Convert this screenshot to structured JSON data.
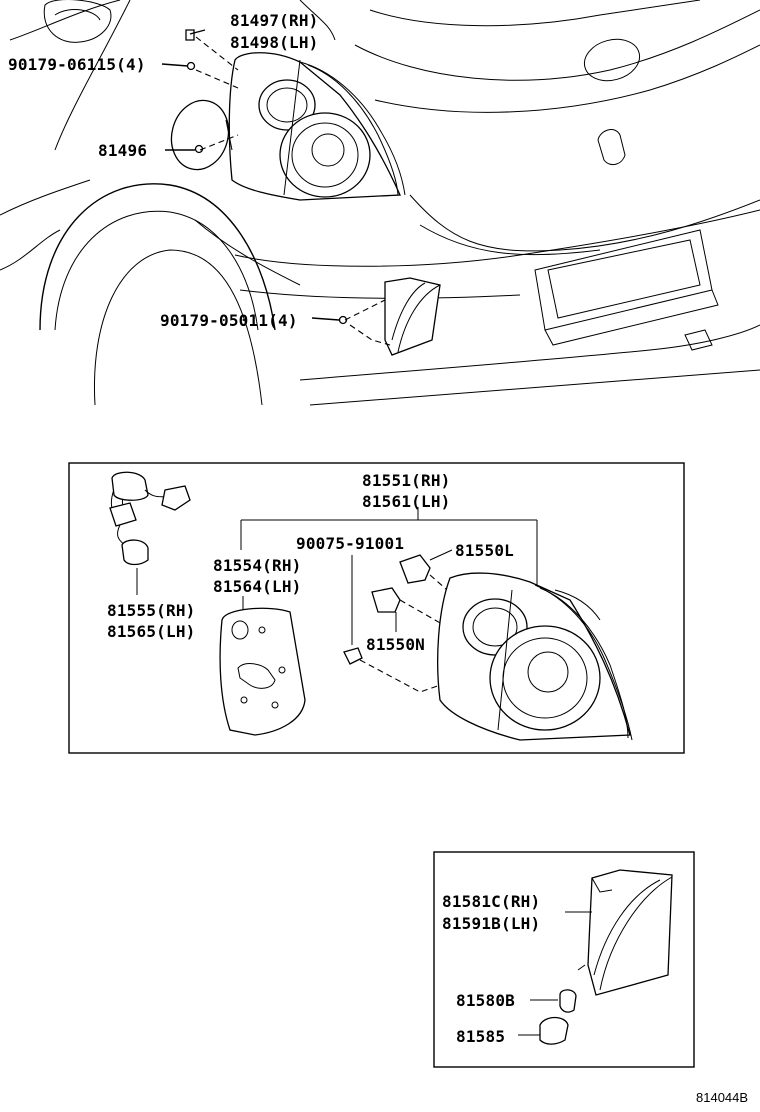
{
  "top_labels": {
    "p81497": "81497(RH)",
    "p81498": "81498(LH)",
    "p90179_06115": "90179-06115(4)",
    "p81496": "81496",
    "p90179_05011": "90179-05011(4)"
  },
  "box1_labels": {
    "p81551": "81551(RH)",
    "p81561": "81561(LH)",
    "p90075": "90075-91001",
    "p81550L": "81550L",
    "p81554": "81554(RH)",
    "p81564": "81564(LH)",
    "p81555": "81555(RH)",
    "p81565": "81565(LH)",
    "p81550N": "81550N"
  },
  "box2_labels": {
    "p81581C": "81581C(RH)",
    "p81591B": "81591B(LH)",
    "p81580B": "81580B",
    "p81585": "81585"
  },
  "diagram_code": "814044B"
}
